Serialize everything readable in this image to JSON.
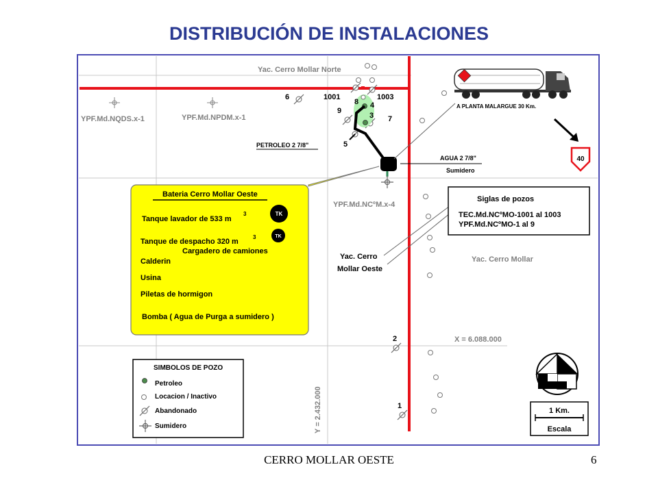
{
  "slide": {
    "title": "DISTRIBUCIÓN DE INSTALACIONES",
    "footer": "CERRO MOLLAR OESTE",
    "page_number": "6"
  },
  "map": {
    "areas": {
      "north": "Yac. Cerro Mollar Norte",
      "east": "Yac. Cerro Mollar",
      "west_line1": "Yac. Cerro",
      "west_line2": "Mollar Oeste"
    },
    "reference_wells": {
      "nqds": "YPF.Md.NQDS.x-1",
      "npdm": "YPF.Md.NPDM.x-1",
      "ncm": "YPF.Md.NCºM.x-4"
    },
    "well_numbers": {
      "w6": "6",
      "w1001": "1001",
      "w1003": "1003",
      "w8": "8",
      "w4": "4",
      "w9": "9",
      "w3": "3",
      "w7": "7",
      "w5": "5",
      "w2": "2",
      "w1": "1"
    },
    "pipelines": {
      "oil": "PETROLEO 2 7/8\"",
      "water": "AGUA 2 7/8\"",
      "sump": "Sumidero"
    },
    "truck_caption": "A PLANTA MALARGUE  30 Km.",
    "route_number": "40",
    "coordinates": {
      "x": "X = 6.088.000",
      "y": "Y = 2.432.000"
    },
    "battery": {
      "title": "Bateria Cerro Mollar Oeste",
      "items": {
        "wash_tank": "Tanque lavador de 533 m",
        "wash_tank_sup": "3",
        "dispatch_tank": "Tanque de despacho 320 m",
        "dispatch_tank_sup": "3",
        "truck_loading": "Cargadero de camiones",
        "heater": "Calderin",
        "power_plant": "Usina",
        "concrete_pools": "Piletas de hormigon",
        "pump": "Bomba ( Agua de Purga a sumidero )"
      },
      "tank_badge": "TK"
    },
    "well_codes": {
      "title": "Siglas de pozos",
      "line1": "TEC.Md.NCºMO-1001 al 1003",
      "line2": "YPF.Md.NCºMO-1 al 9"
    },
    "legend": {
      "title": "SIMBOLOS DE POZO",
      "oil": "Petroleo",
      "inactive": "Locacion / Inactivo",
      "abandoned": "Abandonado",
      "sump": "Sumidero"
    },
    "scale": {
      "distance": "1 Km.",
      "label": "Escala"
    },
    "colors": {
      "title": "#2b3a92",
      "border": "#4b4bb4",
      "road": "#e8121a",
      "callout": "#ffff00",
      "gridline": "#c8c8c8",
      "label_grey": "#7f7f7f",
      "oil_cluster": "#b2f0b2",
      "oil_well": "#4c8c4c"
    },
    "icons": {
      "truck": "tanker-truck-icon",
      "route_sign": "route-shield-icon",
      "north": "north-arrow-icon"
    }
  }
}
